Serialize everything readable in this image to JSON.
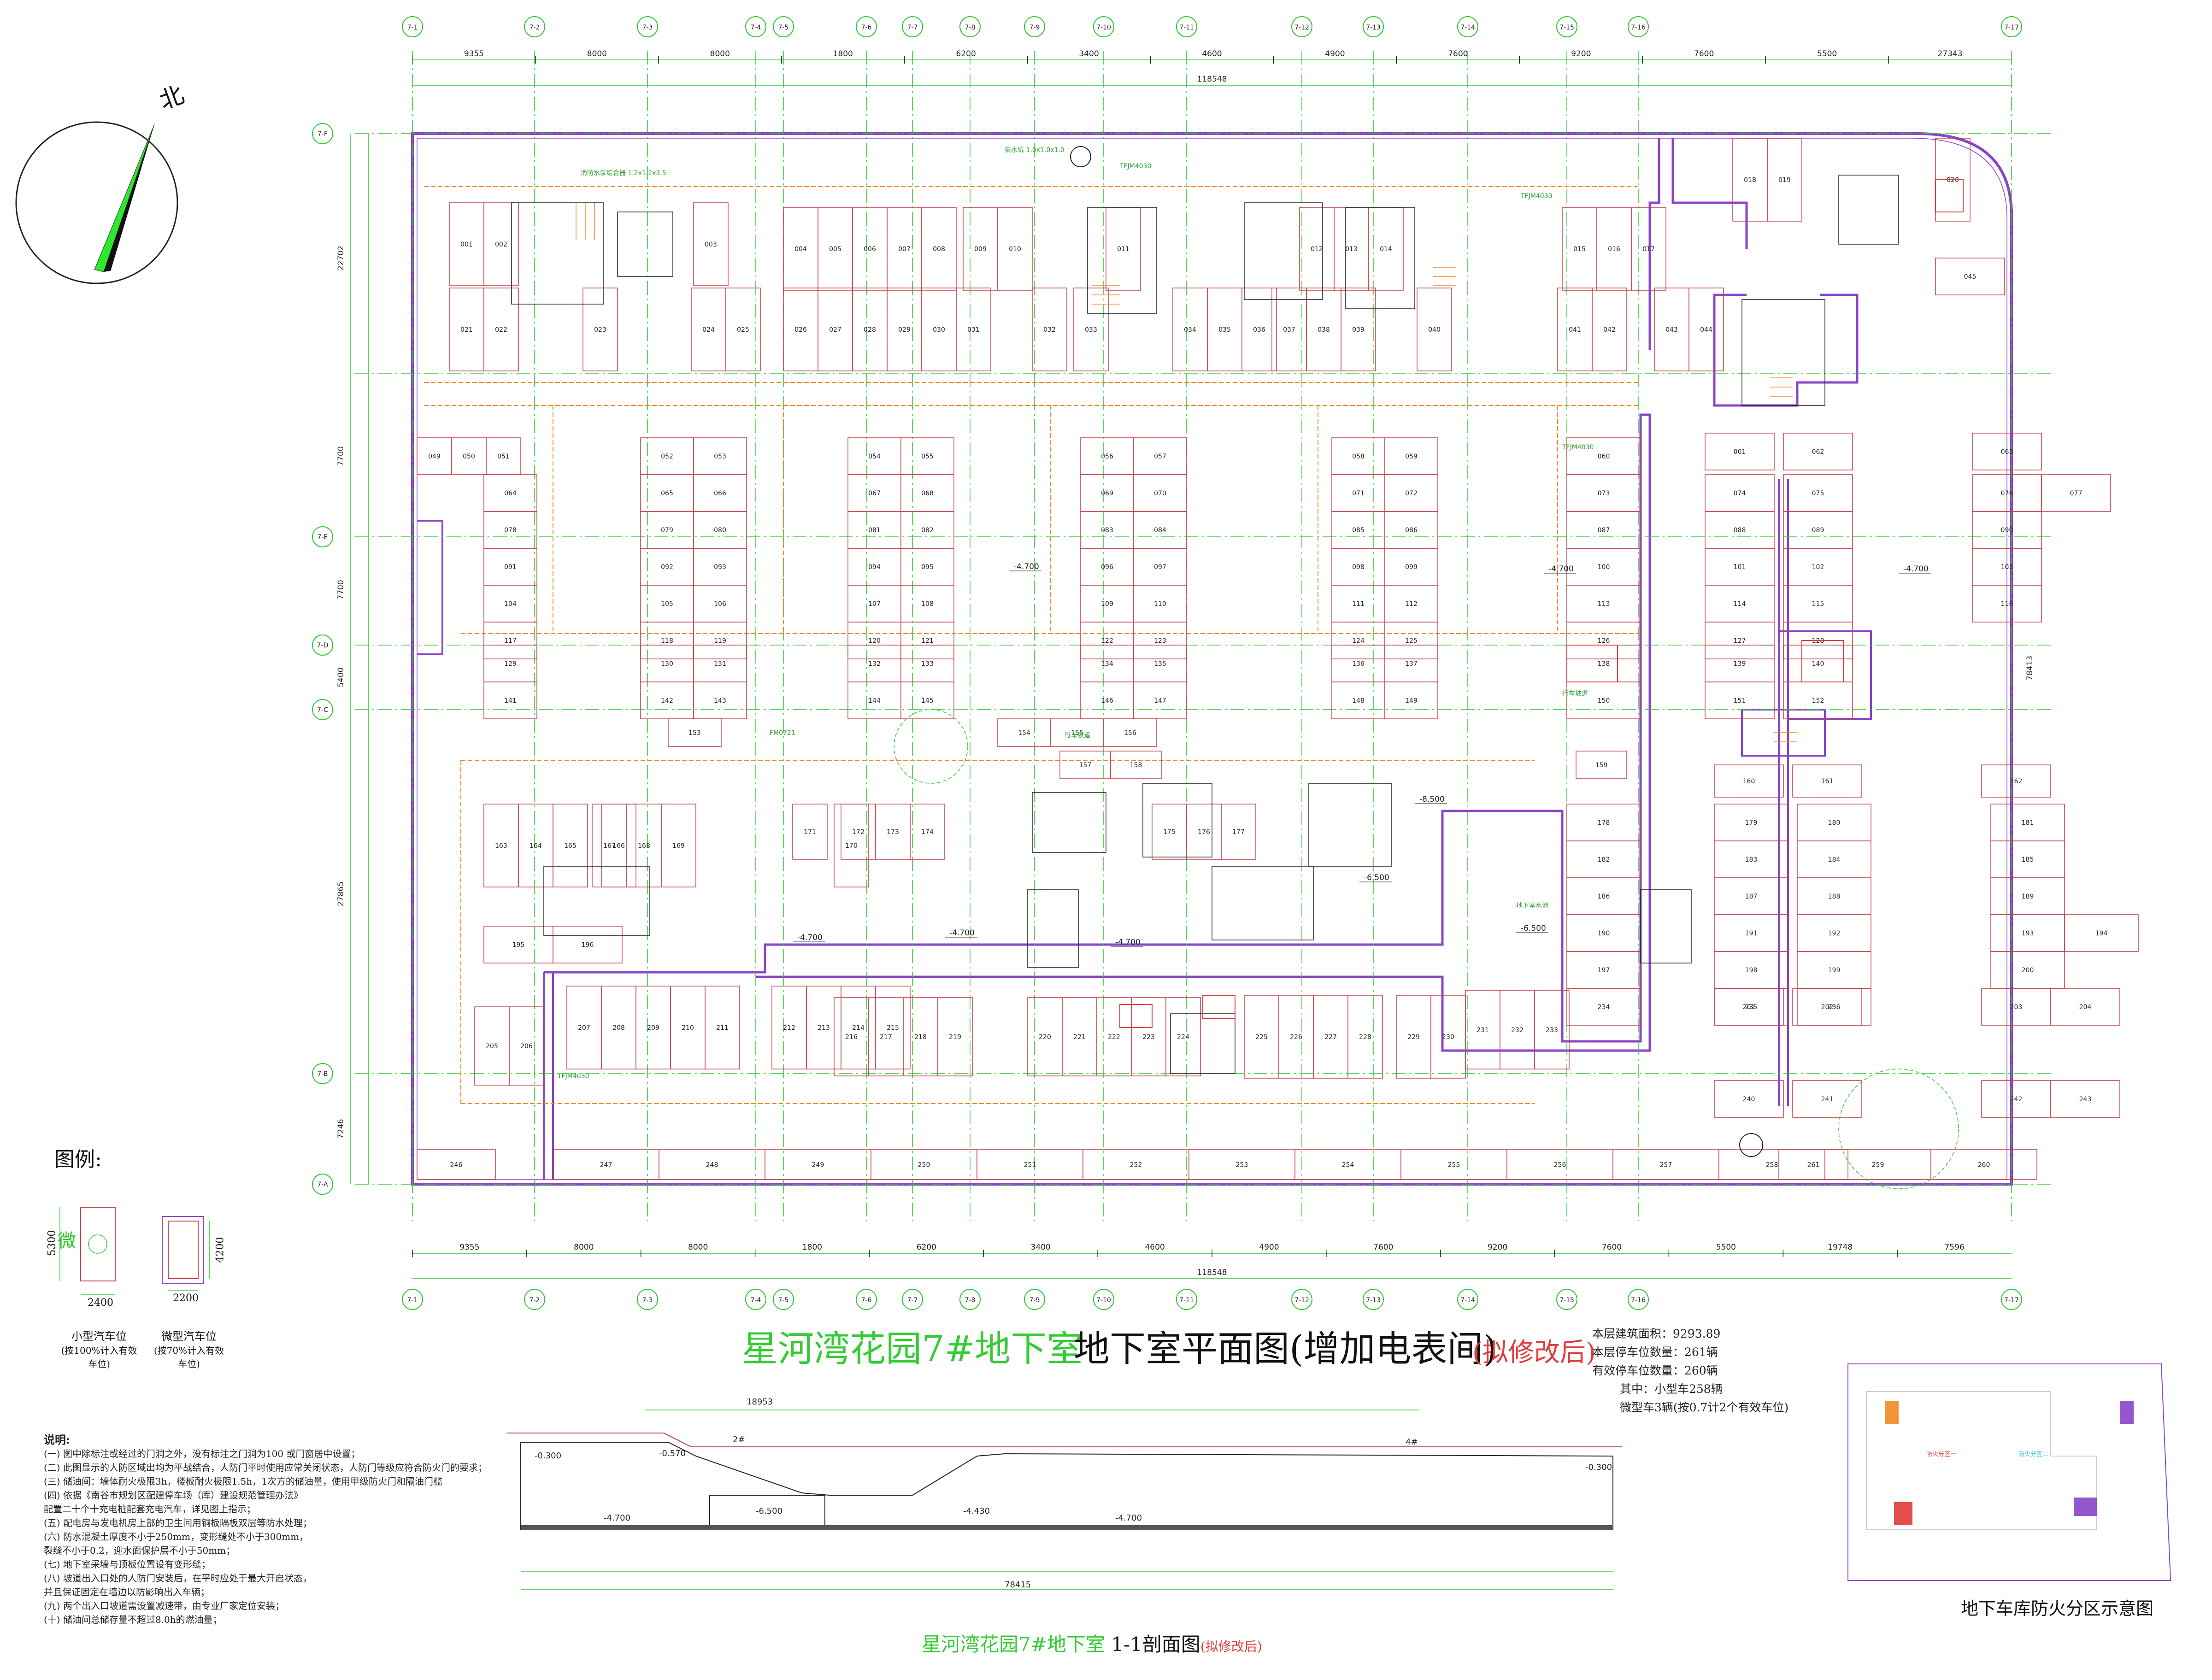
{
  "title": {
    "project": "星河湾花园7#地下室",
    "drawing": "地下室平面图(增加电表间)",
    "status": "(拟修改后)"
  },
  "stats": [
    "本层建筑面积：9293.89",
    "本层停车位数量：261辆",
    "有效停车位数量：260辆",
    "其中：小型车258辆",
    "微型车3辆(按0.7计2个有效车位)"
  ],
  "legend": {
    "title": "图例:",
    "small_label": [
      "小型汽车位",
      "(按100%计入有效车位)"
    ],
    "micro_label": [
      "微型汽车位",
      "(按70%计入有效车位)"
    ],
    "micro_char": "微",
    "small_dims": [
      "5300",
      "2400"
    ],
    "micro_dims": [
      "4200",
      "2200"
    ]
  },
  "north_label": "北",
  "notes": {
    "title": "说明:",
    "lines": [
      "(一) 图中除标注或经过的门洞之外，没有标注之门洞为100 或门窗居中设置；",
      "(二) 此图显示的人防区域出均为平战结合，人防门平时使用应常关闭状态，人防门等级应符合防火门的要求；",
      "(三) 储油间：墙体耐火极限3h，楼板耐火极限1.5h，1次方的储油量，使用甲级防火门和隔油门槛",
      "(四) 依据《南谷市规划区配建停车场（库）建设规范管理办法》",
      "     配置二十个十充电桩配套充电汽车，详见图上指示；",
      "(五) 配电房与发电机房上部的卫生间用铜板隔板双层等防水处理；",
      "(六) 防水混凝土厚度不小于250mm，变形缝处不小于300mm，",
      "     裂缝不小于0.2，迎水面保护层不小于50mm；",
      "(七) 地下室采墙与顶板位置设有变形缝；",
      "(八) 坡道出入口处的人防门安装后，在平时应处于最大开启状态，",
      "     并且保证固定在墙边以防影响出入车辆；",
      "(九) 两个出入口坡道需设置减速带，由专业厂家定位安装；",
      "(十) 储油间总储存量不超过8.0h的燃油量；"
    ]
  },
  "section": {
    "title_green": "星河湾花园7#地下室",
    "title_black": " 1-1剖面图",
    "title_red": "(拟修改后)"
  },
  "fire_zone_title": "地下车库防火分区示意图",
  "grid_top": [
    "7-1",
    "7-2",
    "7-3",
    "7-4",
    "7-5",
    "7-6",
    "7-7",
    "7-8",
    "7-9",
    "7-10",
    "7-11",
    "7-12",
    "7-13",
    "7-14",
    "7-15",
    "7-16",
    "7-17"
  ],
  "grid_bottom": [
    "7-1",
    "7-2",
    "7-3",
    "7-4",
    "7-5",
    "7-6",
    "7-7",
    "7-8",
    "7-9",
    "7-10",
    "7-11",
    "7-12",
    "7-13",
    "7-14",
    "7-15",
    "7-16",
    "7-17"
  ],
  "grid_left": [
    "7-F",
    "7-E",
    "7-D",
    "7-C",
    "7-B",
    "7-A"
  ],
  "dims_top": [
    "9355",
    "8000",
    "8000",
    "1800",
    "6200",
    "3400",
    "4600",
    "4900",
    "7600",
    "9200",
    "7600",
    "5500",
    "27343"
  ],
  "dims_top_total": "118548",
  "dims_bottom": [
    "9355",
    "8000",
    "8000",
    "1800",
    "6200",
    "3400",
    "4600",
    "4900",
    "7600",
    "9200",
    "7600",
    "5500",
    "19748",
    "7596"
  ],
  "dims_bottom_total": "118548",
  "dims_left": [
    "22702",
    "7700",
    "7700",
    "5400",
    "27865",
    "7246",
    "78413"
  ],
  "elevations": [
    "-4.700",
    "-4.700",
    "-4.700",
    "-4.700",
    "-4.700",
    "-6.500",
    "-6.500",
    "-8.500",
    "-4.700"
  ],
  "stalls": {
    "row_a": [
      "001",
      "002",
      "003",
      "004",
      "005",
      "006",
      "007",
      "008",
      "009",
      "010",
      "011",
      "012",
      "013",
      "014",
      "015",
      "016",
      "017",
      "018",
      "019",
      "020"
    ],
    "row_b": [
      "021",
      "022",
      "023",
      "024",
      "025",
      "026",
      "027",
      "028",
      "029",
      "030",
      "031",
      "032",
      "033",
      "034",
      "035",
      "036",
      "037",
      "038",
      "039",
      "040",
      "041",
      "042",
      "043",
      "044",
      "045"
    ],
    "row_c": [
      "049",
      "050",
      "051",
      "052",
      "053",
      "054",
      "055",
      "056",
      "057",
      "058",
      "059",
      "060",
      "061",
      "062",
      "063"
    ],
    "row_d": [
      "064",
      "065",
      "066",
      "067",
      "068",
      "069",
      "070",
      "071",
      "072",
      "073",
      "074",
      "075",
      "076",
      "077"
    ],
    "row_e": [
      "078",
      "079",
      "080",
      "081",
      "082",
      "083",
      "084",
      "085",
      "086",
      "087",
      "088",
      "089",
      "090"
    ],
    "row_f": [
      "091",
      "092",
      "093",
      "094",
      "095",
      "096",
      "097",
      "098",
      "099",
      "100",
      "101",
      "102",
      "103"
    ],
    "row_g": [
      "104",
      "105",
      "106",
      "107",
      "108",
      "109",
      "110",
      "111",
      "112",
      "113",
      "114",
      "115",
      "116"
    ],
    "row_h": [
      "117",
      "118",
      "119",
      "120",
      "121",
      "122",
      "123",
      "124",
      "125",
      "126",
      "127",
      "128"
    ],
    "row_i": [
      "129",
      "130",
      "131",
      "132",
      "133",
      "134",
      "135",
      "136",
      "137",
      "138",
      "139",
      "140"
    ],
    "row_j": [
      "141",
      "142",
      "143",
      "144",
      "145",
      "146",
      "147",
      "148",
      "149",
      "150",
      "151",
      "152"
    ],
    "row_k": [
      "153",
      "154",
      "155",
      "156",
      "157",
      "158",
      "159",
      "160",
      "161",
      "162"
    ],
    "row_l": [
      "163",
      "164",
      "165",
      "166",
      "167",
      "168",
      "169",
      "170",
      "171",
      "172",
      "173",
      "174",
      "175",
      "176",
      "177",
      "178",
      "179",
      "180",
      "181"
    ],
    "row_m": [
      "182",
      "183",
      "184",
      "185",
      "186",
      "187",
      "188",
      "189",
      "190",
      "191",
      "192",
      "193",
      "194"
    ],
    "row_n": [
      "195",
      "196",
      "197",
      "198",
      "199",
      "200",
      "201",
      "202",
      "203",
      "204"
    ],
    "row_o": [
      "205",
      "206",
      "207",
      "208",
      "209",
      "210",
      "211",
      "212",
      "213",
      "214",
      "215",
      "216",
      "217",
      "218",
      "219",
      "220",
      "221",
      "222",
      "223",
      "224",
      "225",
      "226",
      "227",
      "228",
      "229",
      "230",
      "231",
      "232",
      "233",
      "234",
      "235",
      "236"
    ],
    "row_p": [
      "240",
      "241",
      "242",
      "243"
    ],
    "row_q": [
      "246",
      "247",
      "248",
      "249",
      "250",
      "251",
      "252",
      "253",
      "254",
      "255",
      "256",
      "257",
      "258",
      "259",
      "260",
      "261"
    ]
  },
  "colors": {
    "outer_wall": "#8a44c8",
    "stall": "#c0404a",
    "grid_green": "#2ec82e",
    "orange": "#f08a24",
    "title_green": "#33cc33",
    "title_red": "#e23b3b"
  }
}
